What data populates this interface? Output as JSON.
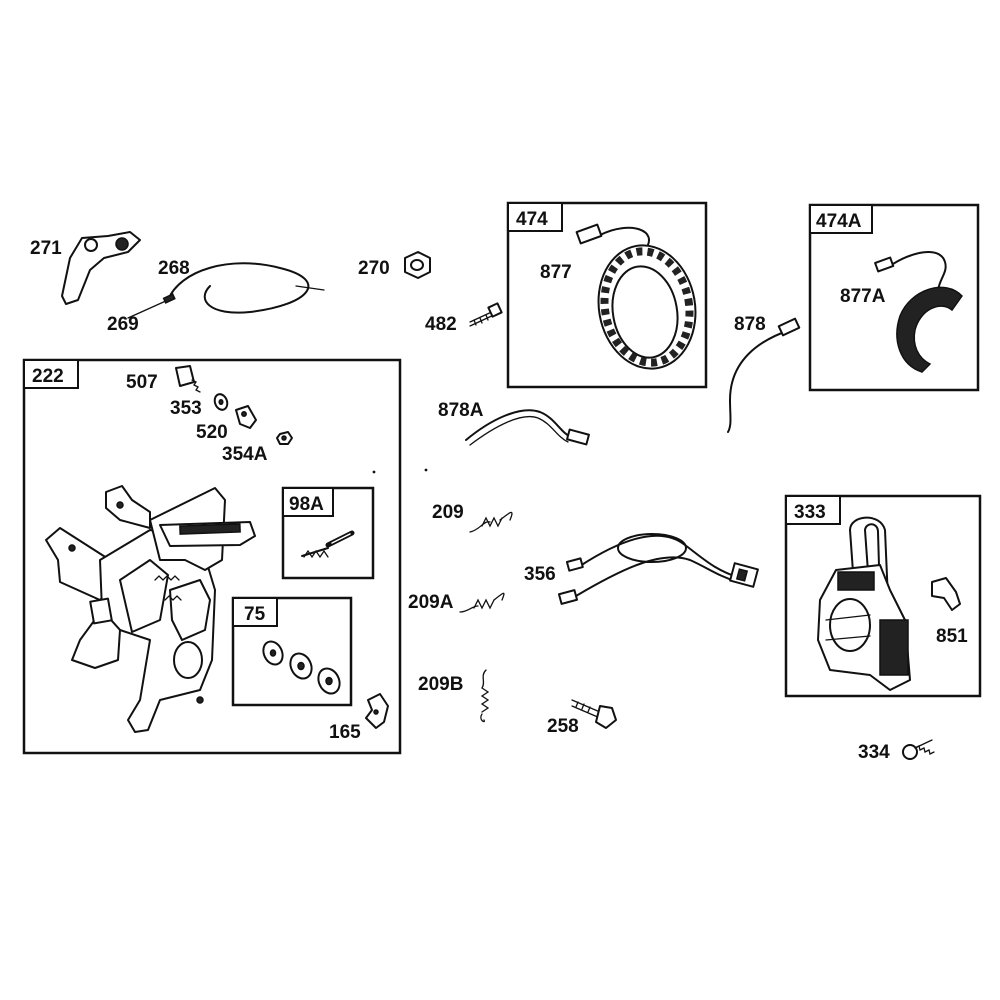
{
  "groups": {
    "g222": "222",
    "g98A": "98A",
    "g75": "75",
    "g474": "474",
    "g474A": "474A",
    "g333": "333"
  },
  "labels": {
    "p271": "271",
    "p268": "268",
    "p269": "269",
    "p270": "270",
    "p482": "482",
    "p877": "877",
    "p878": "878",
    "p877A": "877A",
    "p878A": "878A",
    "p507": "507",
    "p353": "353",
    "p520": "520",
    "p354A": "354A",
    "p209": "209",
    "p209A": "209A",
    "p209B": "209B",
    "p356": "356",
    "p258": "258",
    "p165": "165",
    "p851": "851",
    "p334": "334"
  }
}
